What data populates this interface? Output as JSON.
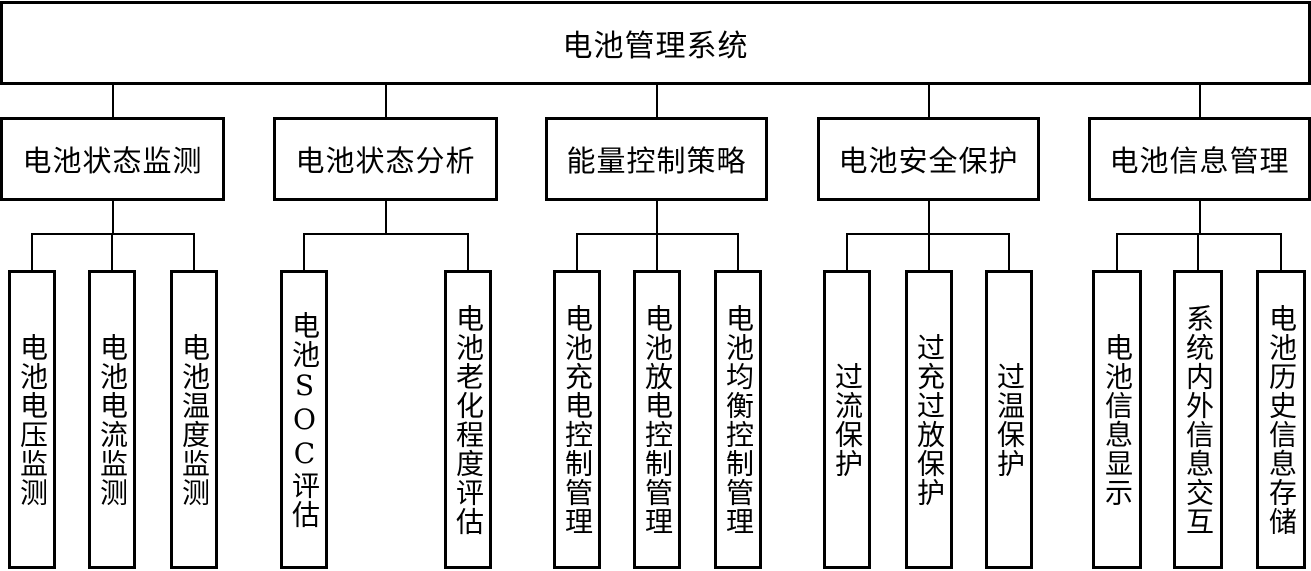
{
  "root": {
    "label": "电池管理系统"
  },
  "categories": [
    {
      "label": "电池状态监测",
      "children": [
        "电池电压监测",
        "电池电流监测",
        "电池温度监测"
      ]
    },
    {
      "label": "电池状态分析",
      "children": [
        "电池SOC评估",
        "电池老化程度评估"
      ]
    },
    {
      "label": "能量控制策略",
      "children": [
        "电池充电控制管理",
        "电池放电控制管理",
        "电池均衡控制管理"
      ]
    },
    {
      "label": "电池安全保护",
      "children": [
        "过流保护",
        "过充过放保护",
        "过温保护"
      ]
    },
    {
      "label": "电池信息管理",
      "children": [
        "电池信息显示",
        "系统内外信息交互",
        "电池历史信息存储"
      ]
    }
  ]
}
